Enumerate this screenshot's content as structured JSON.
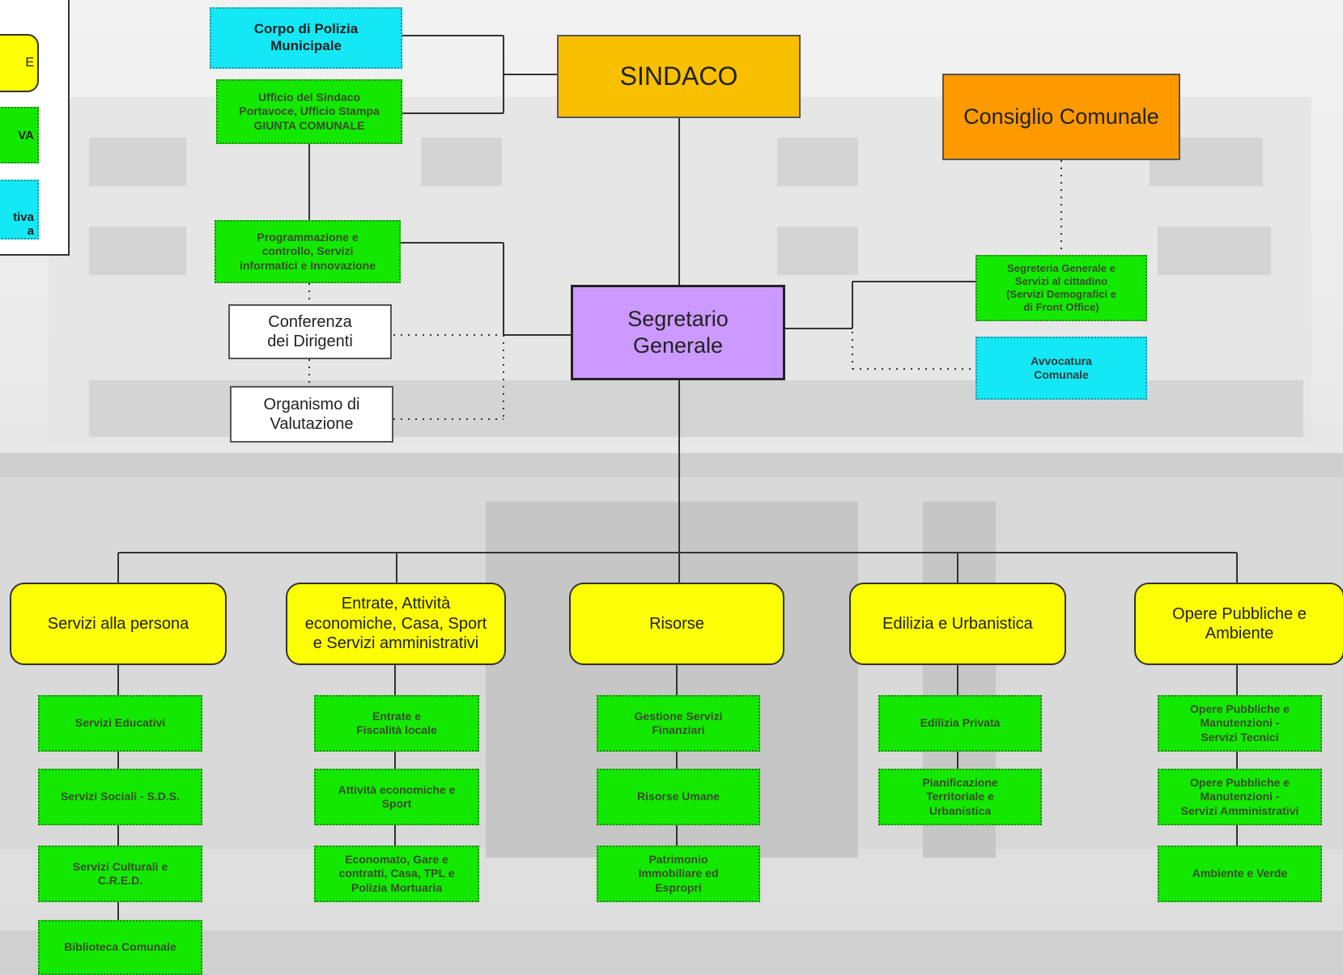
{
  "legend": {
    "item1": "E",
    "item2": "VA",
    "item3_line1": "tiva",
    "item3_line2": "a"
  },
  "top": {
    "sindaco": "SINDACO",
    "consiglio": "Consiglio Comunale",
    "segretario_line1": "Segretario",
    "segretario_line2": "Generale",
    "polizia_line1": "Corpo di Polizia",
    "polizia_line2": "Municipale",
    "ufficio_line1": "Ufficio del Sindaco",
    "ufficio_line2": "Portavoce, Ufficio Stampa",
    "ufficio_line3": "GIUNTA COMUNALE",
    "programmazione_line1": "Programmazione e",
    "programmazione_line2": "controllo, Servizi",
    "programmazione_line3": "informatici e Innovazione",
    "conferenza_line1": "Conferenza",
    "conferenza_line2": "dei Dirigenti",
    "organismo_line1": "Organismo di",
    "organismo_line2": "Valutazione",
    "segreteria_line1": "Segreteria Generale e",
    "segreteria_line2": "Servizi al cittadino",
    "segreteria_line3": "(Servizi Demografici e",
    "segreteria_line4": "di Front Office)",
    "avvocatura_line1": "Avvocatura",
    "avvocatura_line2": "Comunale"
  },
  "sectors": [
    {
      "title_lines": [
        "Servizi alla persona"
      ],
      "units": [
        [
          "Servizi Educativi"
        ],
        [
          "Servizi Sociali - S.D.S."
        ],
        [
          "Servizi Culturali e",
          "C.R.E.D."
        ],
        [
          "Biblioteca Comunale"
        ]
      ]
    },
    {
      "title_lines": [
        "Entrate, Attività",
        "economiche, Casa, Sport",
        "e Servizi amministrativi"
      ],
      "units": [
        [
          "Entrate e",
          "Fiscalità locale"
        ],
        [
          "Attività economiche e",
          "Sport"
        ],
        [
          "Economato, Gare e",
          "contratti, Casa, TPL e",
          "Polizia Mortuaria"
        ]
      ]
    },
    {
      "title_lines": [
        "Risorse"
      ],
      "units": [
        [
          "Gestione Servizi",
          "Finanziari"
        ],
        [
          "Risorse Umane"
        ],
        [
          "Patrimonio",
          "Immobiliare ed",
          "Espropri"
        ]
      ]
    },
    {
      "title_lines": [
        "Edilizia e Urbanistica"
      ],
      "units": [
        [
          "Edilizia Privata"
        ],
        [
          "Pianificazione",
          "Territoriale e",
          "Urbanistica"
        ]
      ]
    },
    {
      "title_lines": [
        "Opere Pubbliche e",
        "Ambiente"
      ],
      "units": [
        [
          "Opere Pubbliche e",
          "Manutenzioni -",
          "Servizi Tecnici"
        ],
        [
          "Opere Pubbliche e",
          "Manutenzioni -",
          "Servizi Amministrativi"
        ],
        [
          "Ambiente e Verde"
        ]
      ]
    }
  ]
}
